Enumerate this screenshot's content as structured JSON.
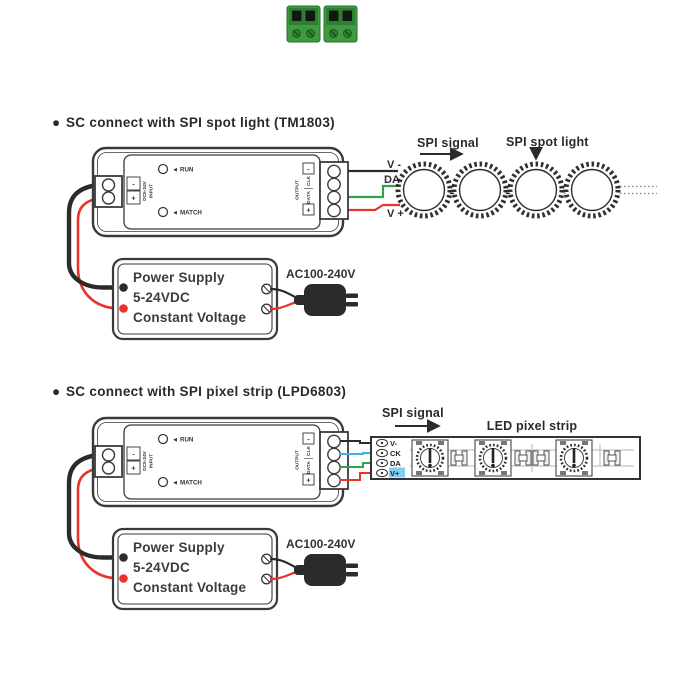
{
  "ui": {
    "bullet": "●",
    "triangle_icon": "◄"
  },
  "colors": {
    "line": "#2e2e2e",
    "wire_black": "#2b2b2b",
    "wire_red": "#e8332a",
    "wire_green": "#2fa24b",
    "wire_blue": "#3fb3e4",
    "terminal_green": "#3e9b41",
    "vplus_highlight": "#85cdf0"
  },
  "section1": {
    "title": "SC connect with SPI spot light (TM1803)",
    "spi_signal_label": "SPI signal",
    "device_label": "SPI spot light",
    "wire_v_minus": "V -",
    "wire_da": "DA",
    "wire_v_plus": "V +"
  },
  "section2": {
    "title": "SC connect with SPI pixel strip (LPD6803)",
    "spi_signal_label": "SPI signal",
    "device_label": "LED pixel strip",
    "pad_labels": [
      "V-",
      "CK",
      "DA",
      "V+"
    ]
  },
  "controller": {
    "run_label": "RUN",
    "match_label": "MATCH",
    "input_line1": "DC5-24V",
    "input_line2": "INPUT",
    "input_minus": "-",
    "input_plus": "+",
    "output_label": "OUTPUT",
    "output_data": "DATA",
    "output_clk": "CLK",
    "output_minus": "-",
    "output_plus": "+"
  },
  "power_supply": {
    "line1": "Power Supply",
    "line2": "5-24VDC",
    "line3": "Constant Voltage",
    "ac_label": "AC100-240V"
  }
}
